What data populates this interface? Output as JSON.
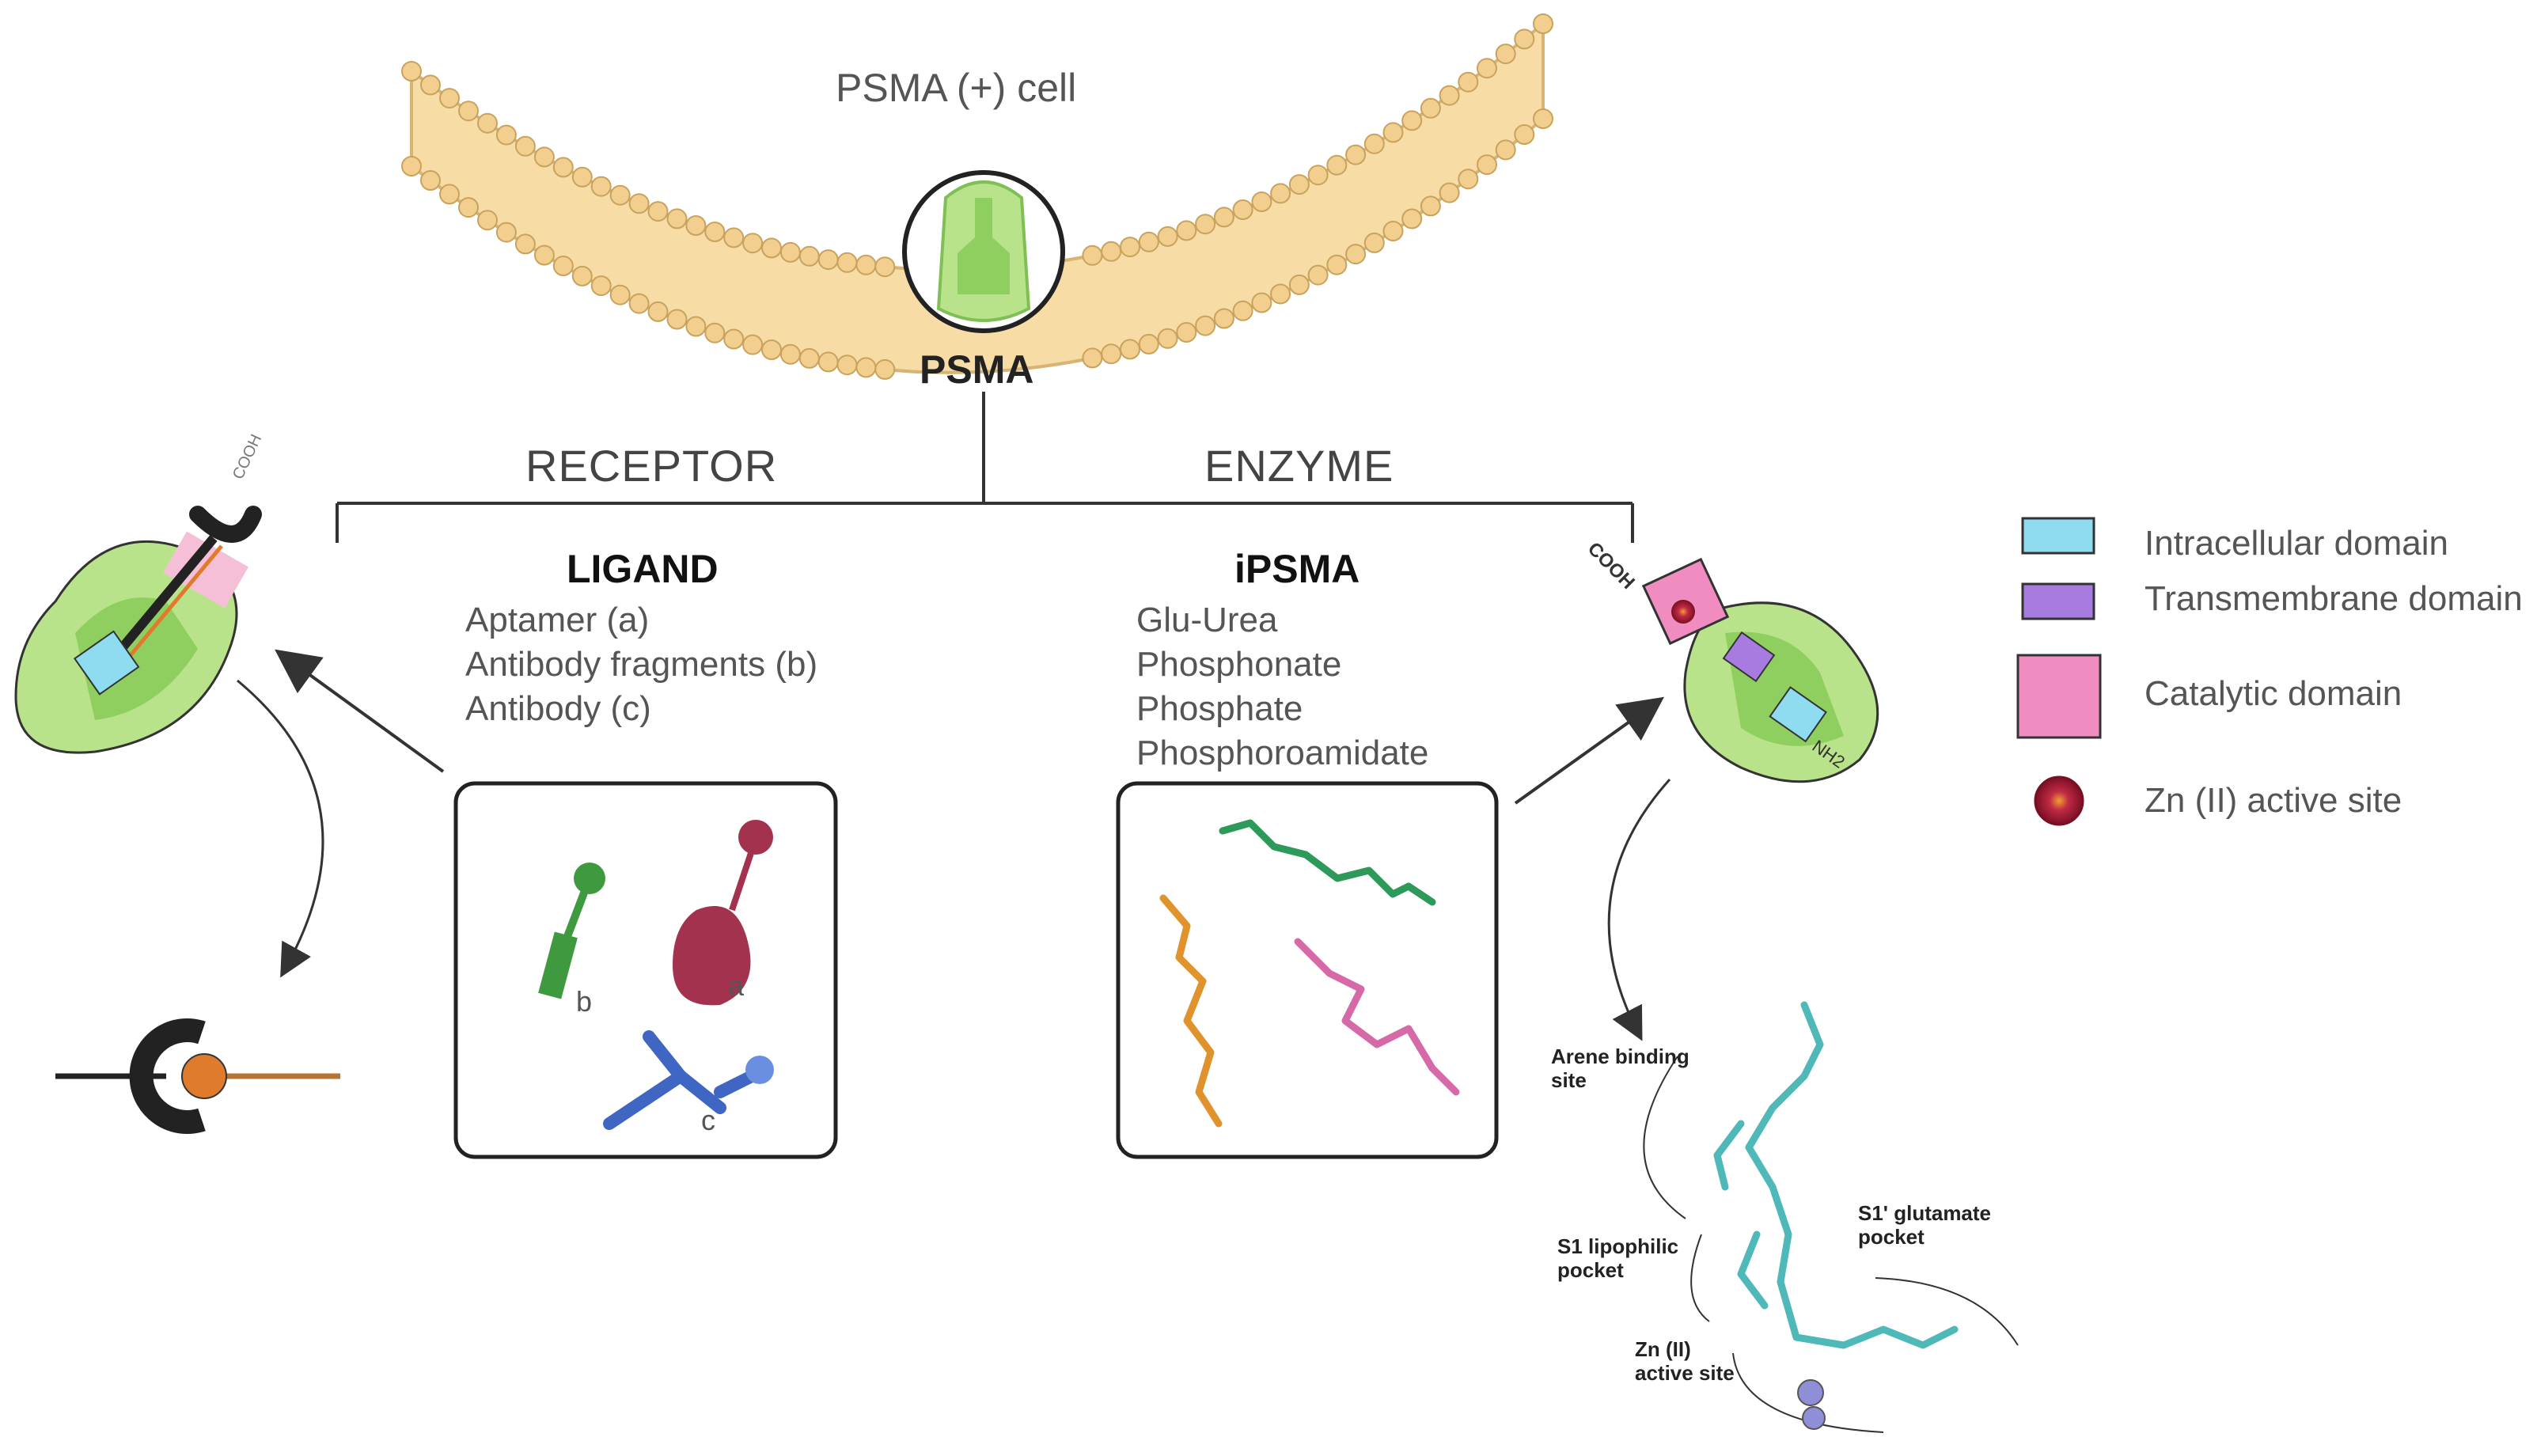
{
  "header": {
    "cell_title": "PSMA (+) cell",
    "psma_label": "PSMA"
  },
  "branches": {
    "left": "RECEPTOR",
    "right": "ENZYME"
  },
  "ligand": {
    "title": "LIGAND",
    "items": [
      "Aptamer (a)",
      "Antibody fragments (b)",
      "Antibody (c)"
    ],
    "box_letters": {
      "a": "a",
      "b": "b",
      "c": "c"
    }
  },
  "ipsma": {
    "title": "iPSMA",
    "items": [
      "Glu-Urea",
      "Phosphonate",
      "Phosphate",
      "Phosphoroamidate"
    ]
  },
  "terminals": {
    "cooh": "COOH",
    "nh2": "NH2"
  },
  "legend": [
    {
      "label": "Intracellular domain",
      "color": "#8fdcf0"
    },
    {
      "label": "Transmembrane domain",
      "color": "#a77be0"
    },
    {
      "label": "Catalytic domain",
      "color": "#f08cc0"
    },
    {
      "label": "Zn (II) active site",
      "color": "#b01c3c"
    }
  ],
  "binding_sites": {
    "arene": [
      "Arene binding",
      "site"
    ],
    "s1": [
      "S1 lipophilic",
      "pocket"
    ],
    "s1prime": [
      "S1' glutamate",
      "pocket"
    ],
    "zn": [
      "Zn (II)",
      "active site"
    ]
  },
  "colors": {
    "membrane": "#f2cf8f",
    "membrane_dark": "#c9a35e",
    "psma_green": "#b9e38a",
    "psma_dark": "#7fbf55",
    "aptamer": "#a3324f",
    "fragment": "#3f9a3f",
    "antibody": "#3f66c2",
    "orange": "#e07b2c"
  }
}
